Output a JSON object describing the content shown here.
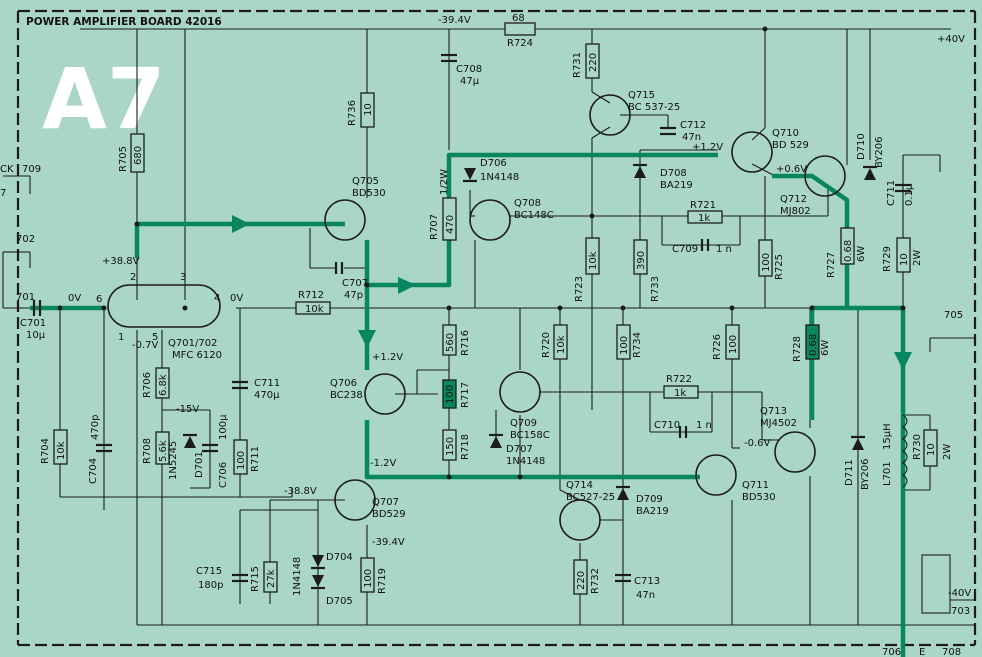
{
  "header": {
    "title": "POWER AMPLIFIER BOARD 42016",
    "page_tag": "A7"
  },
  "rails": {
    "neg_top": "-39.4V",
    "pos_right": "+40V",
    "neg_right": "-40V"
  },
  "terminals": {
    "t709": "709",
    "t702": "702",
    "t701": "701",
    "t705": "705",
    "t703": "703",
    "t706": "706",
    "t708": "708",
    "edge_ck": "CK",
    "edge_7": "7",
    "edge_e": "E"
  },
  "nodes": {
    "n388": "+38.8V",
    "n0v_a": "0V",
    "n0v_b": "0V",
    "n07": "-0.7V",
    "n15": "-15V",
    "n12a": "+1.2V",
    "n12b": "+1.2V",
    "n12c": "-1.2V",
    "n06a": "+0.6V",
    "n06b": "-0.6V",
    "n388b": "-38.8V",
    "n394": "-39.4V",
    "pin1": "1",
    "pin2": "2",
    "pin3": "3",
    "pin4": "4",
    "pin5": "5",
    "pin6": "6"
  },
  "resistors": [
    {
      "ref": "R724",
      "val": "68"
    },
    {
      "ref": "R705",
      "val": "680"
    },
    {
      "ref": "R736",
      "val": "10"
    },
    {
      "ref": "R731",
      "val": "220"
    },
    {
      "ref": "R707",
      "val": "470",
      "note": "1/2W"
    },
    {
      "ref": "R721",
      "val": "1k"
    },
    {
      "ref": "R712",
      "val": "10k"
    },
    {
      "ref": "R723",
      "val": "10k"
    },
    {
      "ref": "R733",
      "val": "390"
    },
    {
      "ref": "R725",
      "val": "100"
    },
    {
      "ref": "R727",
      "val": "0.68",
      "note": "6W"
    },
    {
      "ref": "R729",
      "val": "10",
      "note": "2W"
    },
    {
      "ref": "R716",
      "val": "560"
    },
    {
      "ref": "R717",
      "val": "100"
    },
    {
      "ref": "R718",
      "val": "150"
    },
    {
      "ref": "R720",
      "val": "10k"
    },
    {
      "ref": "R734",
      "val": "100"
    },
    {
      "ref": "R726",
      "val": "100"
    },
    {
      "ref": "R728",
      "val": "0.68",
      "note": "6W"
    },
    {
      "ref": "R722",
      "val": "1k"
    },
    {
      "ref": "R706",
      "val": "6.8k"
    },
    {
      "ref": "R708",
      "val": "5.6k"
    },
    {
      "ref": "R711",
      "val": "100"
    },
    {
      "ref": "R704",
      "val": "10k"
    },
    {
      "ref": "R715",
      "val": "27k"
    },
    {
      "ref": "R719",
      "val": "100"
    },
    {
      "ref": "R732",
      "val": "220"
    },
    {
      "ref": "R730",
      "val": "10",
      "note": "2W"
    }
  ],
  "capacitors": [
    {
      "ref": "C708",
      "val": "47µ"
    },
    {
      "ref": "C712",
      "val": "47n"
    },
    {
      "ref": "C707",
      "val": "47p"
    },
    {
      "ref": "C709",
      "val": "1 n"
    },
    {
      "ref": "C711",
      "val": "470µ"
    },
    {
      "ref": "C711b",
      "label": "C711",
      "val": "0.1µ"
    },
    {
      "ref": "C701",
      "val": "10µ"
    },
    {
      "ref": "C704",
      "val": "470p"
    },
    {
      "ref": "C706",
      "val": "100µ"
    },
    {
      "ref": "C710",
      "val": "1 n"
    },
    {
      "ref": "C715",
      "val": "180p"
    },
    {
      "ref": "C713",
      "val": "47n"
    }
  ],
  "transistors": [
    {
      "ref": "Q705",
      "type": "BD530"
    },
    {
      "ref": "Q715",
      "type": "BC 537-25"
    },
    {
      "ref": "Q710",
      "type": "BD 529"
    },
    {
      "ref": "Q712",
      "type": "MJ802"
    },
    {
      "ref": "Q708",
      "type": "BC148C"
    },
    {
      "ref": "Q706",
      "type": "BC238"
    },
    {
      "ref": "Q709",
      "type": "BC158C"
    },
    {
      "ref": "Q713",
      "type": "MJ4502"
    },
    {
      "ref": "Q711",
      "type": "BD530"
    },
    {
      "ref": "Q707",
      "type": "BD529"
    },
    {
      "ref": "Q714",
      "type": "BC527-25"
    },
    {
      "ref": "Q701/702",
      "type": "MFC 6120"
    }
  ],
  "diodes": [
    {
      "ref": "D706",
      "type": "1N4148"
    },
    {
      "ref": "D708",
      "type": "BA219"
    },
    {
      "ref": "D710",
      "type": "BY206"
    },
    {
      "ref": "D707",
      "type": "1N4148"
    },
    {
      "ref": "D701",
      "type": "1N5245"
    },
    {
      "ref": "D709",
      "type": "BA219"
    },
    {
      "ref": "D711",
      "type": "BY206"
    },
    {
      "ref": "D704",
      "type": "1N4148"
    },
    {
      "ref": "D705",
      "type": ""
    }
  ],
  "inductor": {
    "ref": "L701",
    "val": "15µH"
  },
  "colors": {
    "board": "#a9d6c6",
    "highlight": "#07865f",
    "ink": "#1c1c1c",
    "tag": "#ffffff"
  }
}
